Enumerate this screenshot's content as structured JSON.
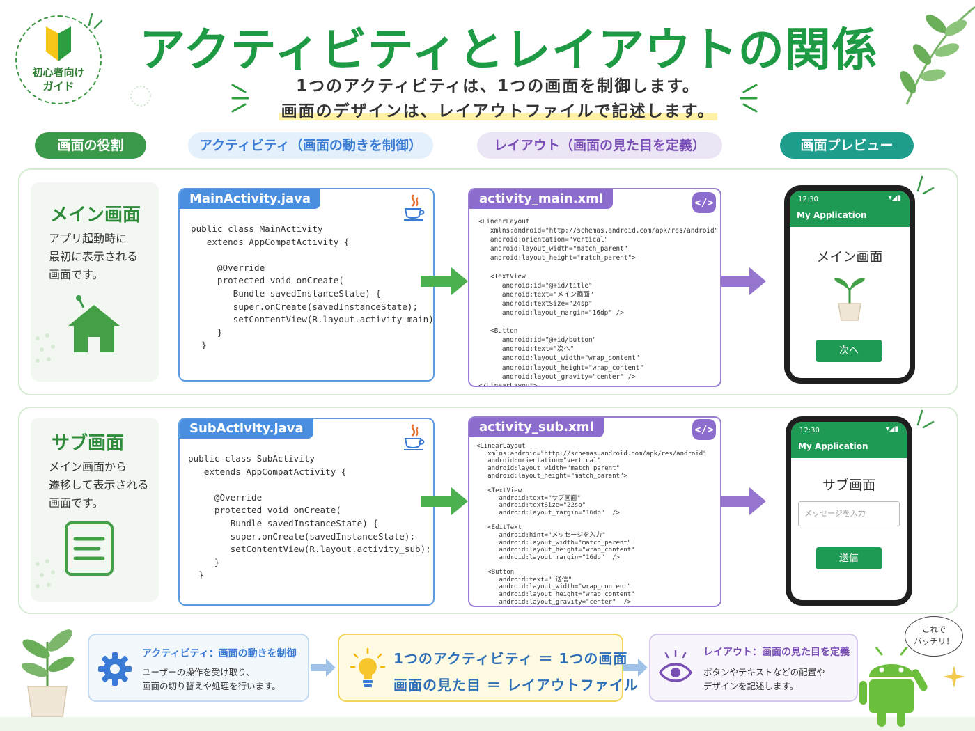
{
  "header": {
    "badge_text_line1": "初心者向け",
    "badge_text_line2": "ガイド",
    "title": "アクティビティとレイアウトの関係",
    "subtitle_line1": "1つのアクティビティは、1つの画面を制御します。",
    "subtitle_line2": "画面のデザインは、レイアウトファイルで記述します。"
  },
  "columns": {
    "role": "画面の役割",
    "activity": "アクティビティ（画面の動きを制御）",
    "layout": "レイアウト（画面の見た目を定義）",
    "preview": "画面プレビュー"
  },
  "rows": [
    {
      "role_title": "メイン画面",
      "role_desc": [
        "アプリ起動時に",
        "最初に表示される",
        "画面です。"
      ],
      "java_file": "MainActivity.java",
      "xml_file": "activity_main.xml",
      "phone": {
        "time": "12:30",
        "status": "▾◢▮",
        "app_name": "My Application",
        "heading": "メイン画面",
        "button": "次へ"
      }
    },
    {
      "role_title": "サブ画面",
      "role_desc": [
        "メイン画面から",
        "遷移して表示される",
        "画面です。"
      ],
      "java_file": "SubActivity.java",
      "xml_file": "activity_sub.xml",
      "phone": {
        "time": "12:30",
        "status": "▾◢▮",
        "app_name": "My Application",
        "heading": "サブ画面",
        "input_hint": "メッセージを入力",
        "button": "送信"
      }
    }
  ],
  "code": {
    "main_java": "public class MainActivity\n   extends AppCompatActivity {\n\n     @Override\n     protected void onCreate(\n        Bundle savedInstanceState) {\n        super.onCreate(savedInstanceState);\n        setContentView(R.layout.activity_main);\n     }\n  }",
    "main_xml": "<LinearLayout\n   xmlns:android=\"http://schemas.android.com/apk/res/android\"\n   android:orientation=\"vertical\"\n   android:layout_width=\"match_parent\"\n   android:layout_height=\"match_parent\">\n\n   <TextView\n      android:id=\"@+id/title\"\n      android:text=\"メイン画面\"\n      android:textSize=\"24sp\"\n      android:layout_margin=\"16dp\" />\n\n   <Button\n      android:id=\"@+id/button\"\n      android:text=\"次へ\"\n      android:layout_width=\"wrap_content\"\n      android:layout_height=\"wrap_content\"\n      android:layout_gravity=\"center\" />\n</LinearLayout>",
    "sub_java": "public class SubActivity\n   extends AppCompatActivity {\n\n     @Override\n     protected void onCreate(\n        Bundle savedInstanceState) {\n        super.onCreate(savedInstanceState);\n        setContentView(R.layout.activity_sub);\n     }\n  }",
    "sub_xml": "<LinearLayout\n   xmlns:android=\"http://schemas.android.com/apk/res/android\"\n   android:orientation=\"vertical\"\n   android:layout_width=\"match_parent\"\n   android:layout_height=\"match_parent\">\n\n   <TextView\n      android:text=\"サブ画面\"\n      android:textSize=\"22sp\"\n      android:layout_margin=\"16dp\"  />\n\n   <EditText\n      android:hint=\"メッセージを入力\"\n      android:layout_width=\"match_parent\"\n      android:layout_height=\"wrap_content\"\n      android:layout_margin=\"16dp\"  />\n\n   <Button\n      android:text=\" 送信\"\n      android:layout_width=\"wrap_content\"\n      android:layout_height=\"wrap_content\"\n      android:layout_gravity=\"center\"  />\n</LinearLayout>"
  },
  "bottom": {
    "left_title": "アクティビティ：画面の動きを制御",
    "left_desc1": "ユーザーの操作を受け取り、",
    "left_desc2": "画面の切り替えや処理を行います。",
    "mid_line1": "1つのアクティビティ ＝ 1つの画面",
    "mid_line2": "画面の見た目 ＝ レイアウトファイル",
    "right_title": "レイアウト：画面の見た目を定義",
    "right_desc1": "ボタンやテキストなどの配置や",
    "right_desc2": "デザインを記述します。",
    "bubble_line1": "これで",
    "bubble_line2": "バッチリ！"
  },
  "icons": {
    "badge": "beginner-mark-icon",
    "leaf": "leaf-branch-icon",
    "home": "home-icon",
    "document": "document-icon",
    "java": "java-cup-icon",
    "code_tag": "code-tag-icon",
    "plant": "sprout-icon",
    "gear": "gear-icon",
    "bulb": "lightbulb-icon",
    "eye": "eye-icon",
    "android": "android-robot-icon"
  },
  "colors": {
    "title_green": "#1f9a44",
    "java_blue": "#4a8ee0",
    "xml_purple": "#8c6ccc",
    "phone_green": "#1f9a55",
    "arrow_green": "#4caf50",
    "arrow_purple": "#9575cd"
  }
}
